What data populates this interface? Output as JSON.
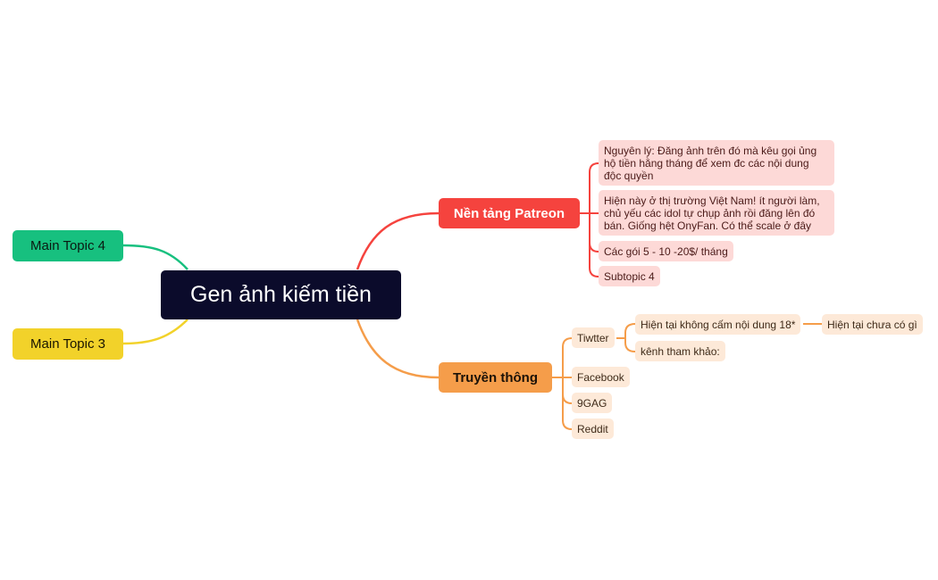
{
  "central": {
    "label": "Gen ảnh kiếm tiền",
    "color": "#0b0b2b"
  },
  "main_topics": {
    "topic4": {
      "label": "Main Topic 4",
      "color": "#17c07f"
    },
    "topic3": {
      "label": "Main Topic 3",
      "color": "#f2d22a"
    },
    "patreon": {
      "label": "Nền tảng Patreon",
      "color": "#f5433e"
    },
    "truyen_thong": {
      "label": "Truyền thông",
      "color": "#f59d4a"
    }
  },
  "patreon_subtopics": [
    {
      "label": "Nguyên lý: Đăng ảnh trên đó mà kêu gọi ủng hộ tiền hằng tháng để xem đc các nội dung độc quyền"
    },
    {
      "label": "Hiện này ở thị trường Việt Nam! ít người làm, chủ yếu các idol tự chụp ảnh rồi đăng lên đó bán. Giống hệt OnyFan. Có thể scale ở đây"
    },
    {
      "label": "Các gói 5 - 10 -20$/ tháng"
    },
    {
      "label": "Subtopic 4"
    }
  ],
  "truyen_thong_subtopics": [
    {
      "label": "Tiwtter",
      "children": [
        {
          "label": "Hiện tại không cấm nội dung 18*",
          "children": [
            {
              "label": "Hiện tại chưa có gì"
            }
          ]
        },
        {
          "label": "kênh tham khảo:"
        }
      ]
    },
    {
      "label": "Facebook"
    },
    {
      "label": "9GAG"
    },
    {
      "label": "Reddit"
    }
  ]
}
